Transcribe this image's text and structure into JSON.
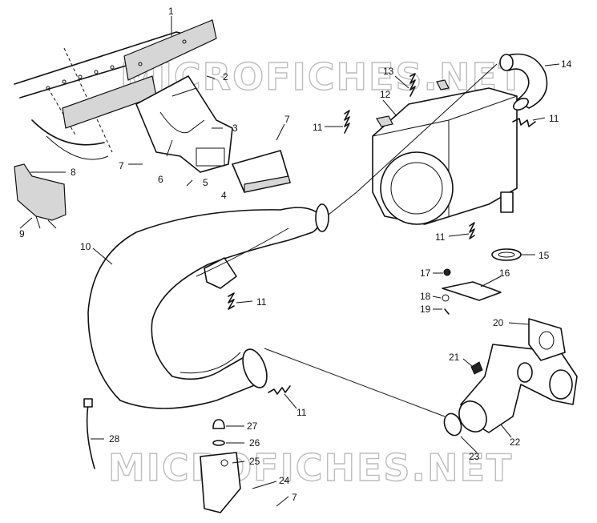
{
  "watermark": "MICROFICHES.NET",
  "callouts": [
    "1",
    "2",
    "3",
    "4",
    "5",
    "6",
    "7",
    "7",
    "7",
    "8",
    "9",
    "10",
    "11",
    "11",
    "11",
    "11",
    "11",
    "12",
    "13",
    "14",
    "15",
    "16",
    "17",
    "18",
    "19",
    "20",
    "21",
    "22",
    "23",
    "24",
    "25",
    "26",
    "27",
    "28"
  ]
}
